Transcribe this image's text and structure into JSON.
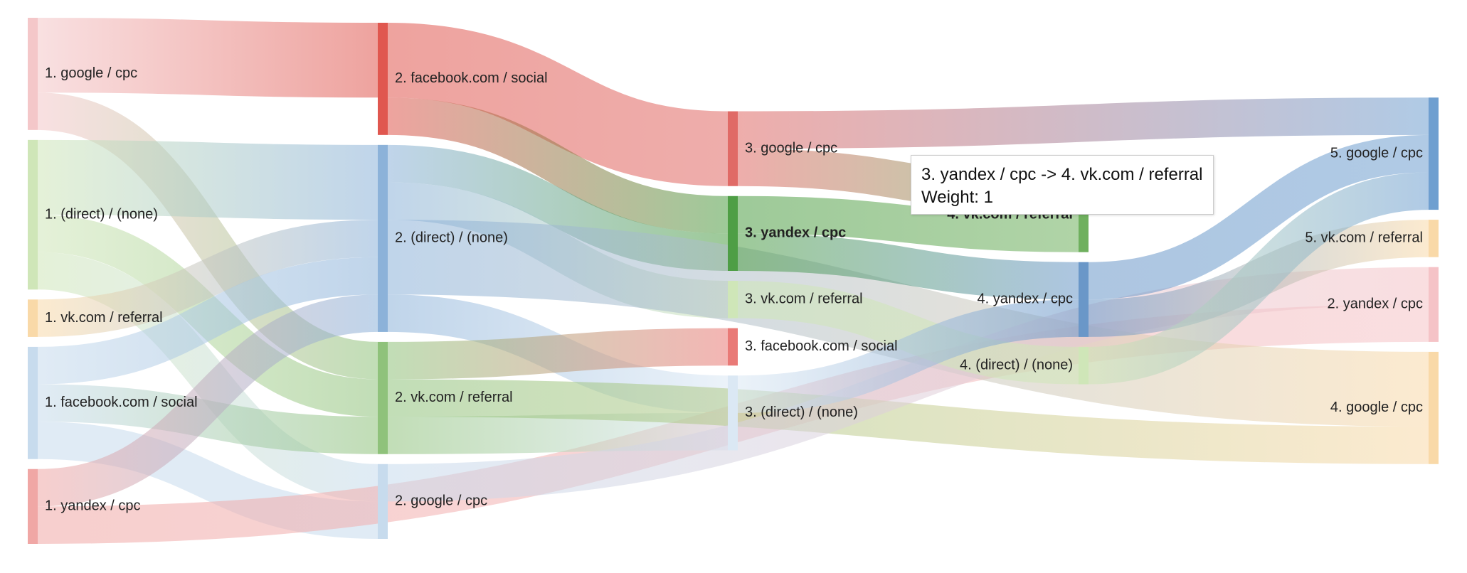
{
  "chart_data": {
    "type": "sankey",
    "nodes": [
      {
        "id": "1. google / cpc",
        "label": "1. google / cpc",
        "column": 1,
        "color": "#f4c7c9"
      },
      {
        "id": "1. (direct) / (none)",
        "label": "1. (direct) / (none)",
        "column": 1,
        "color": "#cfe6b8"
      },
      {
        "id": "1. vk.com / referral",
        "label": "1. vk.com / referral",
        "column": 1,
        "color": "#f9d9a8"
      },
      {
        "id": "1. facebook.com / social",
        "label": "1. facebook.com / social",
        "column": 1,
        "color": "#c7dbed"
      },
      {
        "id": "1. yandex / cpc",
        "label": "1. yandex / cpc",
        "column": 1,
        "color": "#f0a7a5"
      },
      {
        "id": "2. facebook.com / social",
        "label": "2. facebook.com / social",
        "column": 2,
        "color": "#e0574f"
      },
      {
        "id": "2. (direct) / (none)",
        "label": "2. (direct) / (none)",
        "column": 2,
        "color": "#8cb2d9"
      },
      {
        "id": "2. vk.com / referral",
        "label": "2. vk.com / referral",
        "column": 2,
        "color": "#8fc27b"
      },
      {
        "id": "2. google / cpc",
        "label": "2. google / cpc",
        "column": 2,
        "color": "#c7dbed"
      },
      {
        "id": "3. google / cpc",
        "label": "3. google / cpc",
        "column": 3,
        "color": "#e06a66"
      },
      {
        "id": "3. yandex / cpc",
        "label": "3. yandex / cpc",
        "column": 3,
        "color": "#4e9e45",
        "bold": true
      },
      {
        "id": "3. vk.com / referral",
        "label": "3. vk.com / referral",
        "column": 3,
        "color": "#cfe6b8"
      },
      {
        "id": "3. facebook.com / social",
        "label": "3. facebook.com / social",
        "column": 3,
        "color": "#e97a77"
      },
      {
        "id": "3. (direct) / (none)",
        "label": "3. (direct) / (none)",
        "column": 3,
        "color": "#dbe8f4"
      },
      {
        "id": "4. vk.com / referral",
        "label": "4. vk.com / referral",
        "column": 4,
        "color": "#6fb05e",
        "bold": true
      },
      {
        "id": "4. yandex / cpc",
        "label": "4. yandex / cpc",
        "column": 4,
        "color": "#6a97c8"
      },
      {
        "id": "4. (direct) / (none)",
        "label": "4. (direct) / (none)",
        "column": 4,
        "color": "#cfe6b8"
      },
      {
        "id": "5. google / cpc",
        "label": "5. google / cpc",
        "column": 5,
        "color": "#6f9fd0"
      },
      {
        "id": "5. vk.com / referral",
        "label": "5. vk.com / referral",
        "column": 5,
        "color": "#f9d9a8"
      },
      {
        "id": "2. yandex / cpc",
        "label": "2. yandex / cpc",
        "column": 5,
        "color": "#f5c3c7"
      },
      {
        "id": "4. google / cpc",
        "label": "4. google / cpc",
        "column": 5,
        "color": "#f9d9a8"
      }
    ],
    "links": [
      {
        "source": "1. google / cpc",
        "target": "2. facebook.com / social",
        "value": 2
      },
      {
        "source": "1. google / cpc",
        "target": "2. vk.com / referral",
        "value": 1
      },
      {
        "source": "1. (direct) / (none)",
        "target": "2. (direct) / (none)",
        "value": 2
      },
      {
        "source": "1. (direct) / (none)",
        "target": "2. vk.com / referral",
        "value": 1
      },
      {
        "source": "1. (direct) / (none)",
        "target": "2. google / cpc",
        "value": 1
      },
      {
        "source": "1. vk.com / referral",
        "target": "2. (direct) / (none)",
        "value": 1
      },
      {
        "source": "1. facebook.com / social",
        "target": "2. (direct) / (none)",
        "value": 1
      },
      {
        "source": "1. facebook.com / social",
        "target": "2. vk.com / referral",
        "value": 1
      },
      {
        "source": "1. facebook.com / social",
        "target": "2. google / cpc",
        "value": 1
      },
      {
        "source": "1. yandex / cpc",
        "target": "2. (direct) / (none)",
        "value": 1
      },
      {
        "source": "1. yandex / cpc",
        "target": "2. yandex / cpc",
        "value": 1
      },
      {
        "source": "2. facebook.com / social",
        "target": "3. google / cpc",
        "value": 2
      },
      {
        "source": "2. facebook.com / social",
        "target": "3. yandex / cpc",
        "value": 1
      },
      {
        "source": "2. (direct) / (none)",
        "target": "3. yandex / cpc",
        "value": 1
      },
      {
        "source": "2. (direct) / (none)",
        "target": "3. vk.com / referral",
        "value": 1
      },
      {
        "source": "2. (direct) / (none)",
        "target": "3. (direct) / (none)",
        "value": 1
      },
      {
        "source": "2. (direct) / (none)",
        "target": "4. google / cpc",
        "value": 2
      },
      {
        "source": "2. vk.com / referral",
        "target": "3. facebook.com / social",
        "value": 1
      },
      {
        "source": "2. vk.com / referral",
        "target": "3. (direct) / (none)",
        "value": 1
      },
      {
        "source": "2. vk.com / referral",
        "target": "4. google / cpc",
        "value": 1
      },
      {
        "source": "2. google / cpc",
        "target": "2. yandex / cpc",
        "value": 1
      },
      {
        "source": "3. google / cpc",
        "target": "4. vk.com / referral",
        "value": 1
      },
      {
        "source": "3. google / cpc",
        "target": "5. google / cpc",
        "value": 1
      },
      {
        "source": "3. yandex / cpc",
        "target": "4. vk.com / referral",
        "value": 1
      },
      {
        "source": "3. yandex / cpc",
        "target": "4. yandex / cpc",
        "value": 1
      },
      {
        "source": "3. vk.com / referral",
        "target": "4. (direct) / (none)",
        "value": 1
      },
      {
        "source": "3. (direct) / (none)",
        "target": "4. yandex / cpc",
        "value": 1
      },
      {
        "source": "4. yandex / cpc",
        "target": "5. google / cpc",
        "value": 1
      },
      {
        "source": "4. yandex / cpc",
        "target": "5. vk.com / referral",
        "value": 1
      },
      {
        "source": "4. (direct) / (none)",
        "target": "5. google / cpc",
        "value": 1
      }
    ]
  },
  "tooltip": {
    "title": "3. yandex / cpc -> 4. vk.com / referral",
    "weight": "Weight: 1"
  }
}
